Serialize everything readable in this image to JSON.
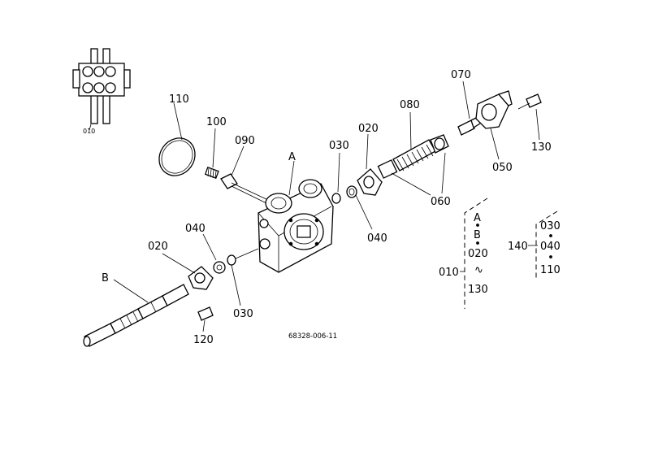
{
  "figure_code": "68328-006-11",
  "part_labels": {
    "p010_thumb": "010",
    "p110": "110",
    "p100": "100",
    "p090": "090",
    "pA_top": "A",
    "p030_top": "030",
    "p020_top": "020",
    "p080": "080",
    "p070": "070",
    "p130": "130",
    "p050": "050",
    "p060": "060",
    "p040_right": "040",
    "p040_left": "040",
    "p020_left": "020",
    "pB": "B",
    "p030_bottom": "030",
    "p120": "120"
  },
  "assembly_010": {
    "parent": "010",
    "items": [
      "A",
      "B",
      "020",
      "∿",
      "130"
    ]
  },
  "assembly_140": {
    "parent": "140",
    "items": [
      "030",
      "040",
      "110"
    ]
  }
}
